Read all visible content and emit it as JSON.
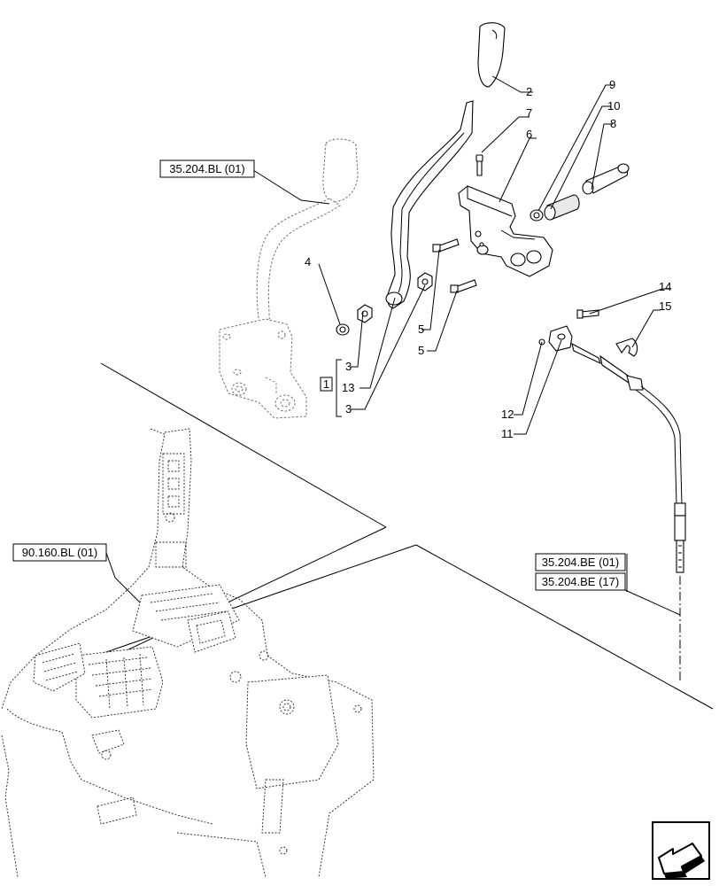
{
  "references": {
    "lever_assembly_ref": "35.204.BL (01)",
    "cab_ref": "90.160.BL (01)",
    "cable_ref_1": "35.204.BE (01)",
    "cable_ref_2": "35.204.BE (17)"
  },
  "group_label": "1",
  "callouts": {
    "n2": "2",
    "n7": "7",
    "n6": "6",
    "n9": "9",
    "n10": "10",
    "n8": "8",
    "n4": "4",
    "n5a": "5",
    "n5b": "5",
    "n3a": "3",
    "n13": "13",
    "n3b": "3",
    "n14": "14",
    "n15": "15",
    "n12": "12",
    "n11": "11"
  },
  "icons": {
    "nav": "next-page-arrow-icon"
  }
}
